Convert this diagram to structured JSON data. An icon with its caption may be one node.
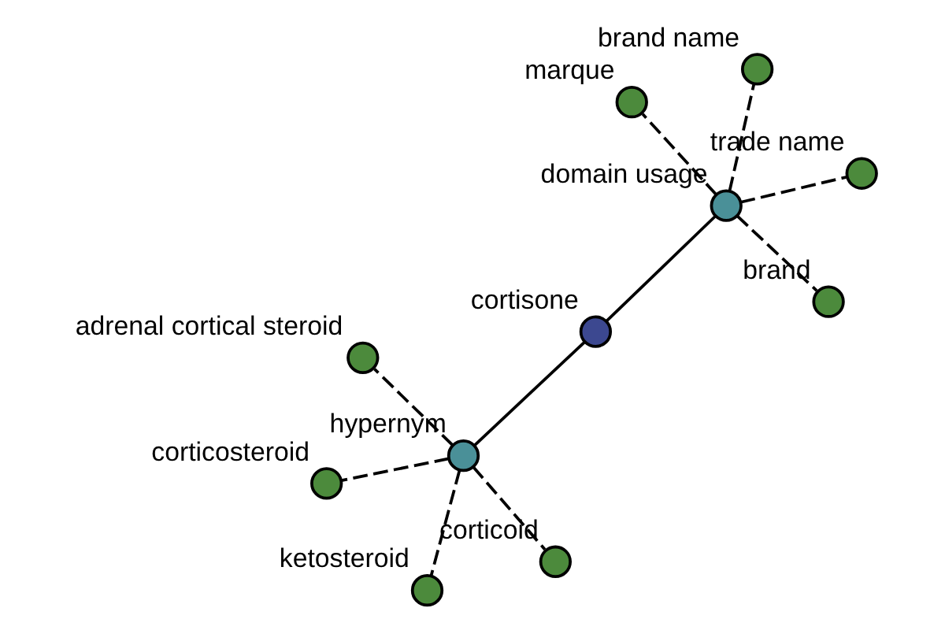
{
  "diagram": {
    "nodes": [
      {
        "text": [
          "cortisone"
        ]
      },
      {
        "text": [
          "hypernym"
        ]
      },
      {
        "text": [
          "corticoid"
        ]
      },
      {
        "text": [
          "corticosteroid"
        ]
      },
      {
        "text": [
          "adrenal cortical steroid"
        ]
      },
      {
        "text": [
          "ketosteroid"
        ]
      },
      {
        "text": [
          "domain usage"
        ]
      },
      {
        "text": [
          "brand name"
        ]
      },
      {
        "text": [
          "marque"
        ]
      },
      {
        "text": [
          "brand"
        ]
      },
      {
        "text": [
          "trade name"
        ]
      }
    ],
    "edges": [
      {
        "from": 0,
        "to": 1,
        "arrow": "none"
      },
      {
        "from": 0,
        "to": 6,
        "arrow": "none"
      },
      {
        "from": 1,
        "to": 2,
        "arrow": "none",
        "style": "dashed"
      },
      {
        "from": 1,
        "to": 3,
        "arrow": "none",
        "style": "dashed"
      },
      {
        "from": 1,
        "to": 4,
        "arrow": "none",
        "style": "dashed"
      },
      {
        "from": 1,
        "to": 5,
        "arrow": "none",
        "style": "dashed"
      },
      {
        "from": 6,
        "to": 7,
        "arrow": "none",
        "style": "dashed"
      },
      {
        "from": 6,
        "to": 8,
        "arrow": "none",
        "style": "dashed"
      },
      {
        "from": 6,
        "to": 9,
        "arrow": "none",
        "style": "dashed"
      },
      {
        "from": 6,
        "to": 10,
        "arrow": "none",
        "style": "dashed"
      }
    ]
  }
}
